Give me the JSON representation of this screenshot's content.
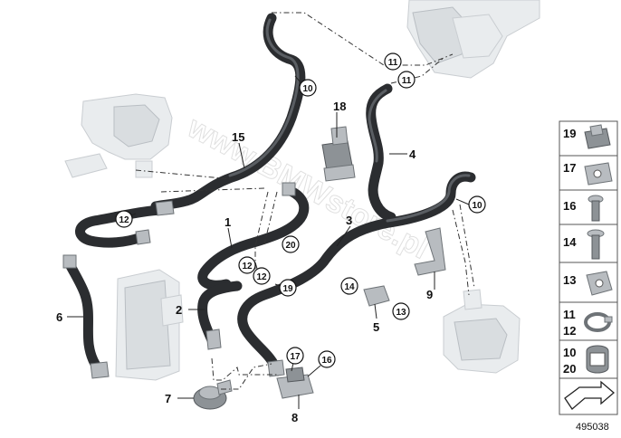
{
  "diagram": {
    "watermark": "www.BMWstore.pl",
    "reference": "495038",
    "callouts": [
      "1",
      "2",
      "3",
      "4",
      "5",
      "6",
      "7",
      "8",
      "9",
      "15",
      "18"
    ],
    "circled_callouts": [
      "10",
      "10",
      "11",
      "11",
      "12",
      "12",
      "12",
      "13",
      "14",
      "16",
      "17",
      "19",
      "20"
    ],
    "panel": {
      "items": [
        {
          "labels": [
            "19"
          ],
          "icon": "clip-icon"
        },
        {
          "labels": [
            "17"
          ],
          "icon": "clamp-bracket-icon"
        },
        {
          "labels": [
            "16"
          ],
          "icon": "screw-icon"
        },
        {
          "labels": [
            "14"
          ],
          "icon": "bolt-icon"
        },
        {
          "labels": [
            "13"
          ],
          "icon": "nut-icon"
        },
        {
          "labels": [
            "11",
            "12"
          ],
          "icon": "hose-clamp-icon"
        },
        {
          "labels": [
            "10",
            "20"
          ],
          "icon": "hose-clip-icon"
        },
        {
          "labels": [],
          "icon": "arrow-icon"
        }
      ]
    }
  }
}
